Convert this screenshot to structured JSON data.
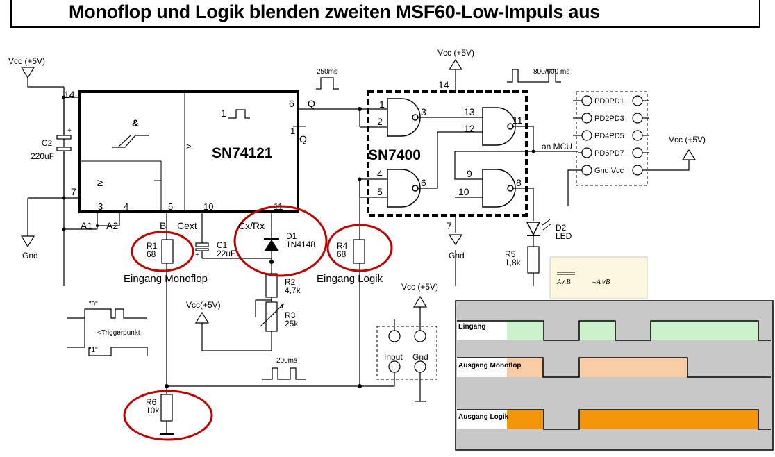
{
  "title": "Monoflop und Logik blenden zweiten MSF60-Low-Impuls aus",
  "labels": {
    "vcc_tl": "Vcc (+5V)",
    "vcc_top": "Vcc (+5V)",
    "vcc_right": "Vcc (+5V)",
    "vcc_mid": "Vcc (+5V)",
    "vcc_r3": "Vcc(+5V)",
    "gnd_l": "Gnd",
    "gnd_mid": "Gnd",
    "pin14_a": "14",
    "pin7_a": "7",
    "pin14_b": "14",
    "pin7_b": "7",
    "c2_name": "C2",
    "c2_val": "220uF",
    "chip1": "SN74121",
    "chip2": "SN7400",
    "amp": "&",
    "ge": "≥",
    "gt": ">",
    "one_a": "1",
    "one_b": "1",
    "p6": "6",
    "q": "Q",
    "qbar": "Q",
    "p3": "3",
    "p4": "4",
    "p5": "5",
    "p10": "10",
    "p11": "11",
    "a1": "A1",
    "a2": "A2",
    "b": "B",
    "cext": "Cext",
    "cxrx": "Cx/Rx",
    "r1_name": "R1",
    "r1_val": "68",
    "c1_name": "C1",
    "c1_val": "22uF",
    "d1_name": "D1",
    "d1_val": "1N4148",
    "r4_name": "R4",
    "r4_val": "68",
    "r2_name": "R2",
    "r2_val": "4,7k",
    "r3_name": "R3",
    "r3_val": "25k",
    "r5_name": "R5",
    "r5_val": "1,8k",
    "r6_name": "R6",
    "r6_val": "10k",
    "d2_name": "D2",
    "d2_val": "LED",
    "eingang_monoflop": "Eingang Monoflop",
    "eingang_logik": "Eingang Logik",
    "n1": "1",
    "n2": "2",
    "n3": "3",
    "n4": "4",
    "n5": "5",
    "n6": "6",
    "n8": "8",
    "n9": "9",
    "n10": "10",
    "n11": "11",
    "n12": "12",
    "n13": "13",
    "an_mcu": "an MCU",
    "t250": "250ms",
    "t800": "800/900 ms",
    "t200": "200ms",
    "zero": "\"0\"",
    "one": "\"1\"",
    "trigger": "<Triggerpunkt",
    "input": "Input",
    "gnd_conn": "Gnd",
    "pd01": "PD0PD1",
    "pd23": "PD2PD3",
    "pd45": "PD4PD5",
    "pd67": "PD6PD7",
    "gndvcc": "Gnd Vcc",
    "formula_left": "A∧B",
    "formula_right": "=A∨B",
    "timing_eingang": "Eingang",
    "timing_monoflop": "Ausgang Monoflop",
    "timing_logik": "Ausgang Logik"
  }
}
